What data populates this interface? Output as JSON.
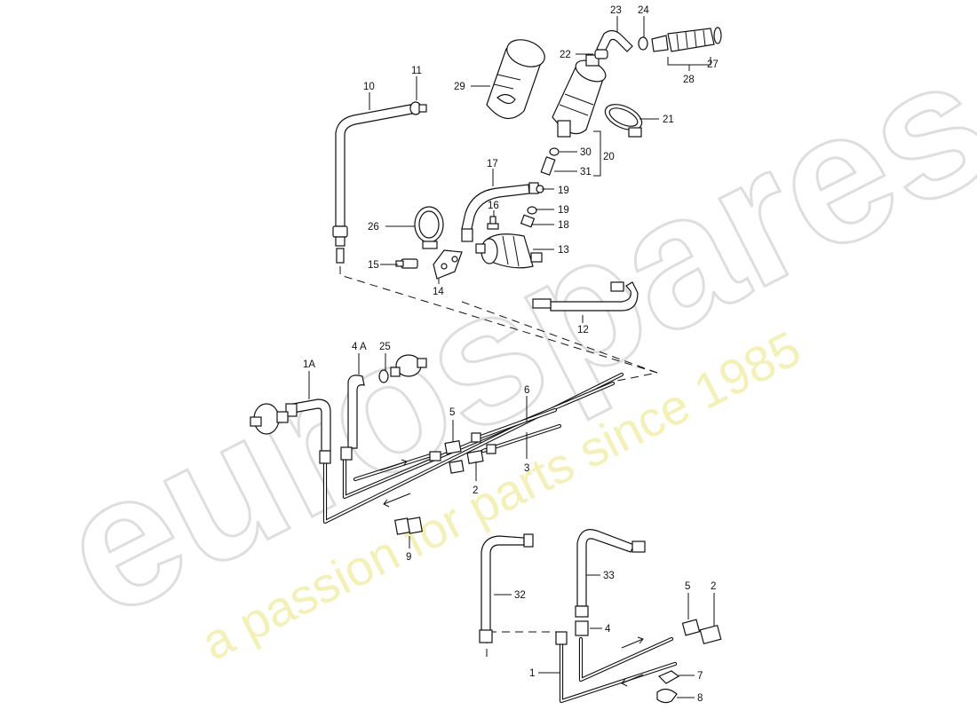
{
  "watermark": {
    "brand": "eurospares",
    "tagline": "a passion for parts since 1985",
    "brand_color": "#e8e8e8",
    "tagline_color": "#f3f0a8"
  },
  "labels": {
    "p1A": "1A",
    "p4A": "4 A",
    "p25": "25",
    "p10": "10",
    "p11": "11",
    "p29": "29",
    "p22": "22",
    "p23": "23",
    "p24": "24",
    "p27": "27",
    "p28": "28",
    "p21": "21",
    "p30": "30",
    "p31": "31",
    "p20": "20",
    "p17": "17",
    "p19a": "19",
    "p19b": "19",
    "p16": "16",
    "p18": "18",
    "p26": "26",
    "p13": "13",
    "p15": "15",
    "p14": "14",
    "p12": "12",
    "p5a": "5",
    "p6": "6",
    "p3": "3",
    "p2a": "2",
    "p9": "9",
    "p32": "32",
    "p33": "33",
    "p5b": "5",
    "p2b": "2",
    "p4": "4",
    "p1": "1",
    "p7": "7",
    "p8": "8"
  }
}
